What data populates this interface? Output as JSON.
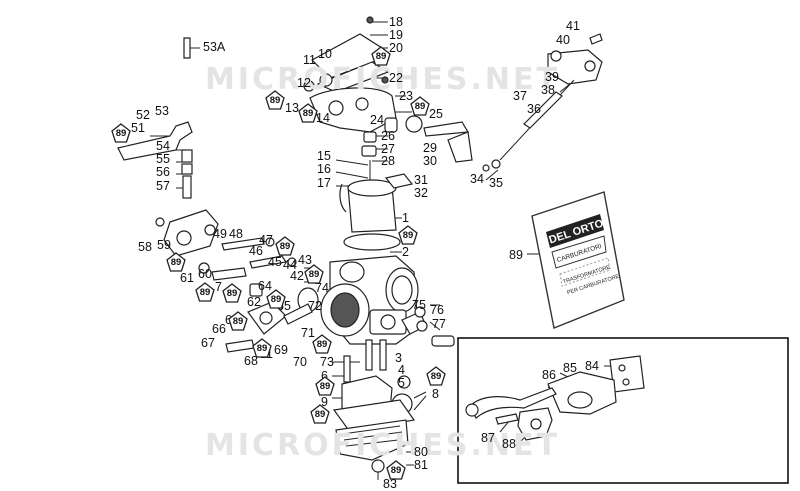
{
  "watermarks": [
    "MICROFICHES.NET",
    "MICROFICHES.NET"
  ],
  "callouts": {
    "c18": "18",
    "c19": "19",
    "c20": "20",
    "c10": "10",
    "c11": "11",
    "c22": "22",
    "c12": "12",
    "c23": "23",
    "c13": "13",
    "c14": "14",
    "c24": "24",
    "c25": "25",
    "c26": "26",
    "c27": "27",
    "c28": "28",
    "c15": "15",
    "c16": "16",
    "c17": "17",
    "c31": "31",
    "c32": "32",
    "c1": "1",
    "c2": "2",
    "c29": "29",
    "c30": "30",
    "c53A": "53A",
    "c52": "52",
    "c53": "53",
    "c51": "51",
    "c54": "54",
    "c55": "55",
    "c56": "56",
    "c57": "57",
    "c58": "58",
    "c59": "59",
    "c49": "49",
    "c48": "48",
    "c47": "47",
    "c46": "46",
    "c45": "45",
    "c44": "44",
    "c43": "43",
    "c42": "42",
    "c61": "61",
    "c60": "60",
    "c7": "7",
    "c64": "64",
    "c65": "65",
    "c62": "62",
    "c63": "63",
    "c66": "66",
    "c67": "67",
    "c68": "68",
    "c11b": "11",
    "c69": "69",
    "c70": "70",
    "c71": "71",
    "c72": "72",
    "c73": "73",
    "c74": "74",
    "c75": "75",
    "c76": "76",
    "c77": "77",
    "c3": "3",
    "c4": "4",
    "c5": "5",
    "c6": "6",
    "c8": "8",
    "c9": "9",
    "c80": "80",
    "c81": "81",
    "c83": "83",
    "c41": "41",
    "c40": "40",
    "c39": "39",
    "c38": "38",
    "c37": "37",
    "c36": "36",
    "c34": "34",
    "c35": "35",
    "c89": "89",
    "c84": "84",
    "c85": "85",
    "c86": "86",
    "c87": "87",
    "c88": "88"
  },
  "pentagon_label": "89",
  "bag": {
    "brand": "DEL ORTO",
    "line1": "CARBURATORI",
    "line2": "TRASFORMATORE",
    "line3": "PER CARBURATORE"
  }
}
